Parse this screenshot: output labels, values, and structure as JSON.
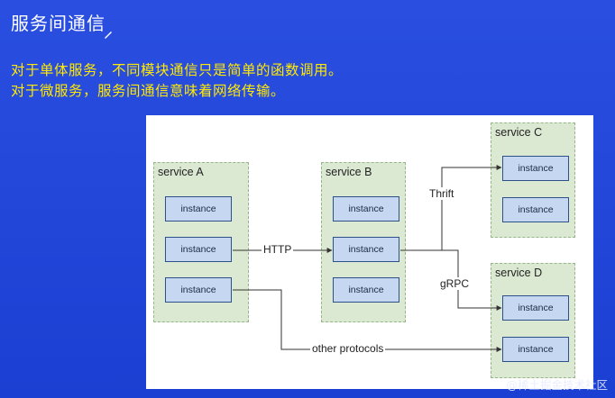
{
  "slide": {
    "title": "服务间通信",
    "bullets": [
      "对于单体服务，不同模块通信只是简单的函数调用。",
      "对于微服务，服务间通信意味着网络传输。"
    ],
    "watermark": "@稀土掘金技术社区"
  },
  "diagram": {
    "services": [
      {
        "label": "service A",
        "instances": [
          "instance",
          "instance",
          "instance"
        ]
      },
      {
        "label": "service B",
        "instances": [
          "instance",
          "instance",
          "instance"
        ]
      },
      {
        "label": "service C",
        "instances": [
          "instance",
          "instance"
        ]
      },
      {
        "label": "service D",
        "instances": [
          "instance",
          "instance"
        ]
      }
    ],
    "edges": {
      "http": "HTTP",
      "thrift": "Thrift",
      "grpc": "gRPC",
      "other": "other protocols"
    },
    "colors": {
      "service_fill": "#dce9d2",
      "instance_fill": "#c6d7f2",
      "instance_border": "#2d4f8a"
    }
  }
}
